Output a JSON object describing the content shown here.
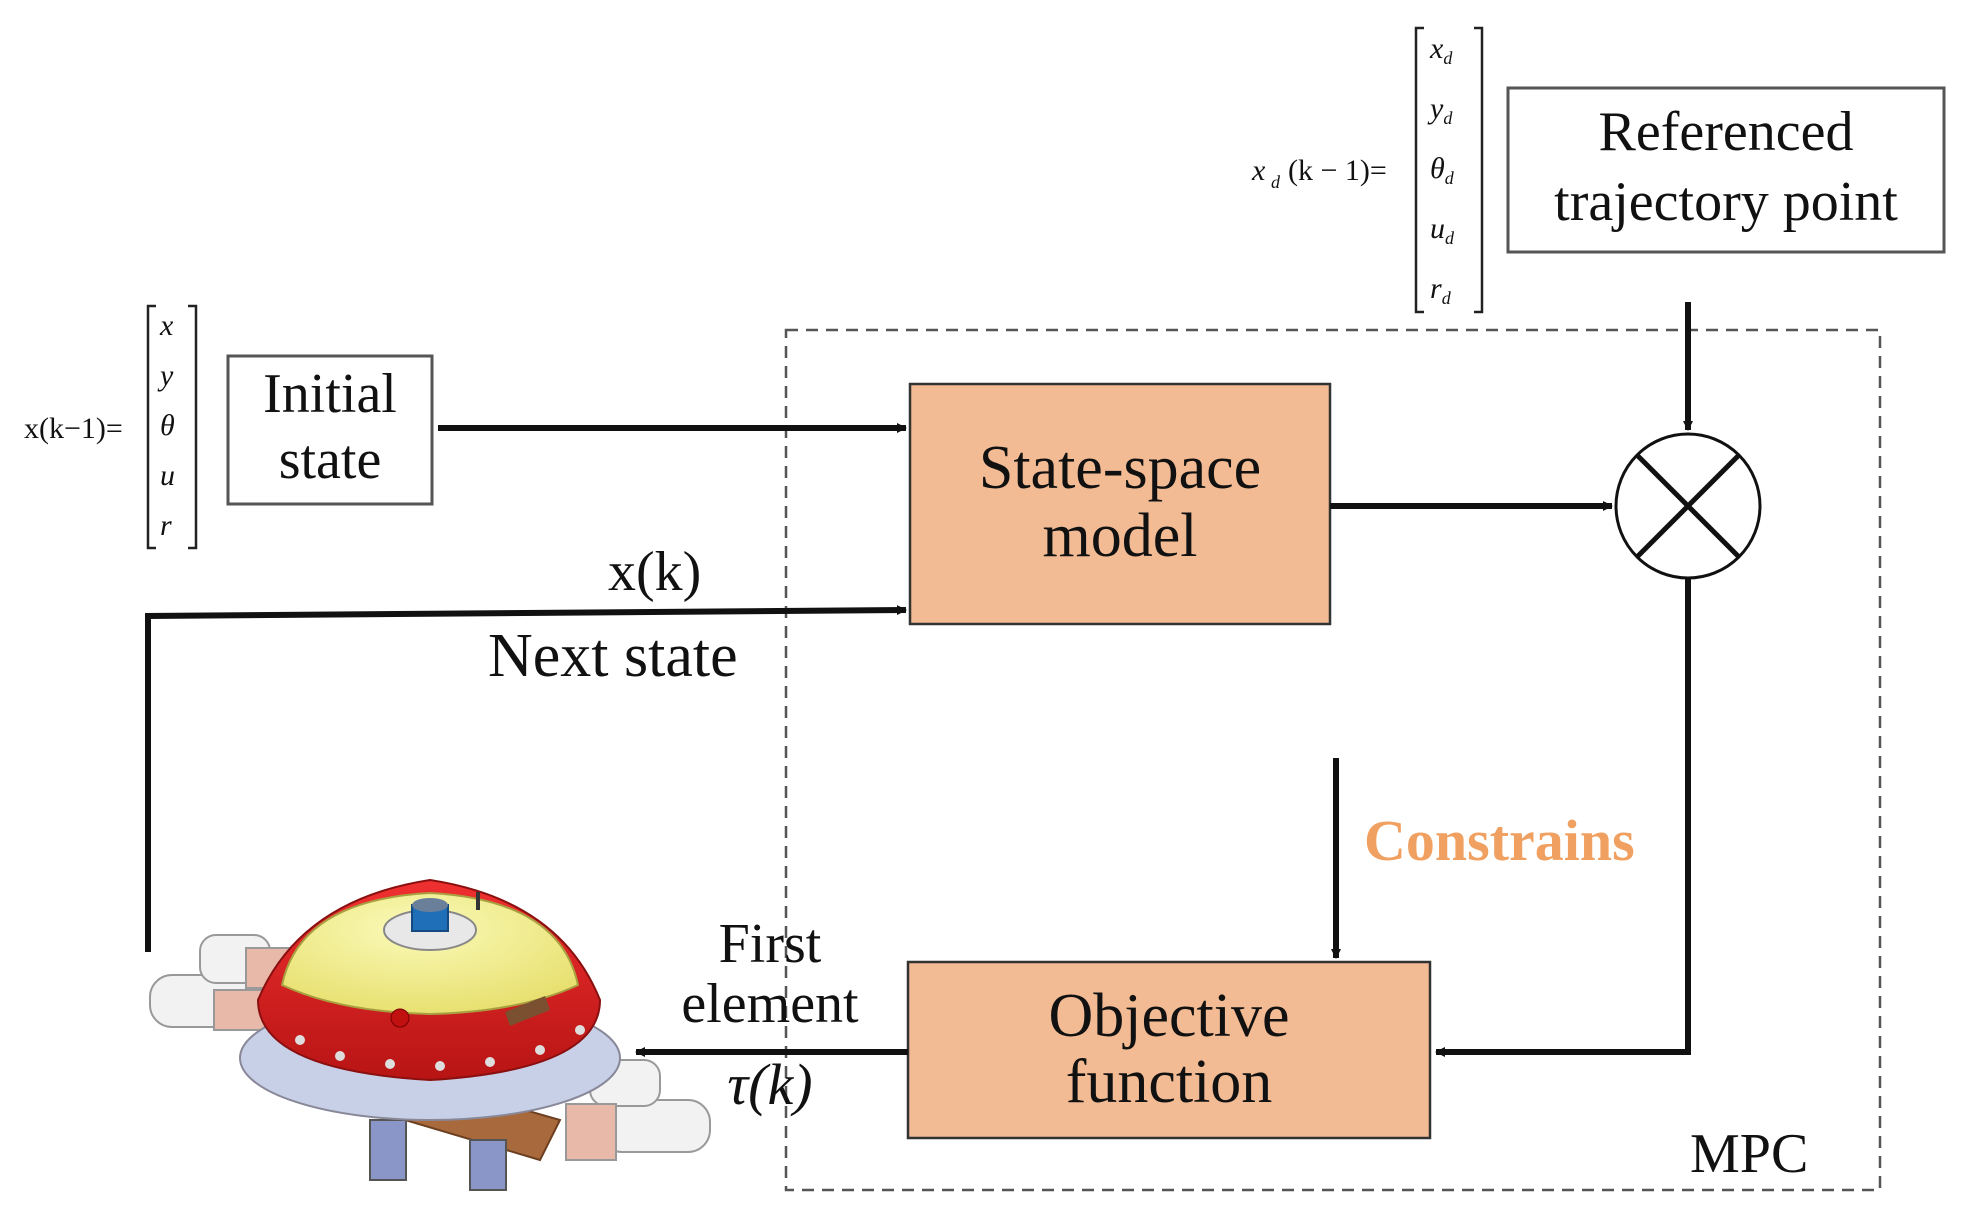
{
  "diagram": {
    "reference_box": {
      "line1": "Referenced",
      "line2": "trajectory point"
    },
    "reference_vector": {
      "prefix": "x",
      "subscript": "d",
      "argument": "(k − 1)=",
      "entries": [
        "x",
        "y",
        "θ",
        "u",
        "r"
      ],
      "entry_subscript": "d"
    },
    "initial_box": {
      "line1": "Initial",
      "line2": "state"
    },
    "initial_vector": {
      "label": "x(k−1)=",
      "entries": [
        "x",
        "y",
        "θ",
        "u",
        "r"
      ]
    },
    "state_space_box": {
      "line1": "State-space",
      "line2": "model",
      "fill": "#f2bb94"
    },
    "objective_box": {
      "line1": "Objective",
      "line2": "function",
      "fill": "#f2bb94"
    },
    "feedback": {
      "signal": "x(k)",
      "label": "Next state"
    },
    "constraints_label": {
      "text": "Constrains",
      "color": "#f0a060"
    },
    "output": {
      "line1": "First",
      "line2": "element",
      "signal": "τ(k)"
    },
    "mpc_label": "MPC",
    "robot_icon": "underwater-robot-icon",
    "colors": {
      "robot_red": "#e11f1f",
      "robot_yellow": "#f4f08a",
      "robot_blue": "#1e6fb8",
      "box_fill": "#f2bb94",
      "constraint_text": "#f0a060"
    }
  }
}
